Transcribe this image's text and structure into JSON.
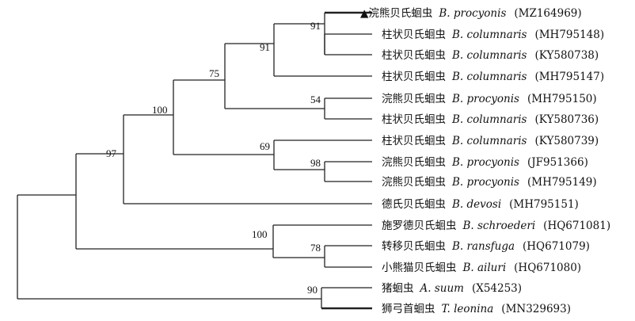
{
  "tree": {
    "taxa": [
      {
        "marker": "▲",
        "cn": "浣熊贝氏蛔虫",
        "sp": "B. procyonis",
        "acc": "(MZ164969)"
      },
      {
        "cn": "柱状贝氏蛔虫",
        "sp": "B. columnaris",
        "acc": "(MH795148)"
      },
      {
        "cn": "柱状贝氏蛔虫",
        "sp": "B. columnaris",
        "acc": "(KY580738)"
      },
      {
        "cn": "柱状贝氏蛔虫",
        "sp": "B. columnaris",
        "acc": "(MH795147)"
      },
      {
        "cn": "浣熊贝氏蛔虫",
        "sp": "B. procyonis",
        "acc": "(MH795150)"
      },
      {
        "cn": "柱状贝氏蛔虫",
        "sp": "B. columnaris",
        "acc": "(KY580736)"
      },
      {
        "cn": "柱状贝氏蛔虫",
        "sp": "B. columnaris",
        "acc": "(KY580739)"
      },
      {
        "cn": "浣熊贝氏蛔虫",
        "sp": "B. procyonis",
        "acc": "(JF951366)"
      },
      {
        "cn": "浣熊贝氏蛔虫",
        "sp": "B. procyonis",
        "acc": "(MH795149)"
      },
      {
        "cn": "德氏贝氏蛔虫",
        "sp": "B. devosi",
        "acc": "(MH795151)"
      },
      {
        "cn": "施罗德贝氏蛔虫",
        "sp": "B. schroederi",
        "acc": "(HQ671081)"
      },
      {
        "cn": "转移贝氏蛔虫",
        "sp": "B. ransfuga",
        "acc": "(HQ671079)"
      },
      {
        "cn": "小熊猫贝氏蛔虫",
        "sp": "B. ailuri",
        "acc": "(HQ671080)"
      },
      {
        "cn": "猪蛔虫",
        "sp": "A. suum",
        "acc": "(X54253)"
      },
      {
        "cn": "狮弓首蛔虫",
        "sp": "T. leonina",
        "acc": "(MN329693)"
      }
    ],
    "support_values": [
      "91",
      "91",
      "75",
      "54",
      "100",
      "69",
      "98",
      "97",
      "100",
      "78",
      "90"
    ]
  }
}
